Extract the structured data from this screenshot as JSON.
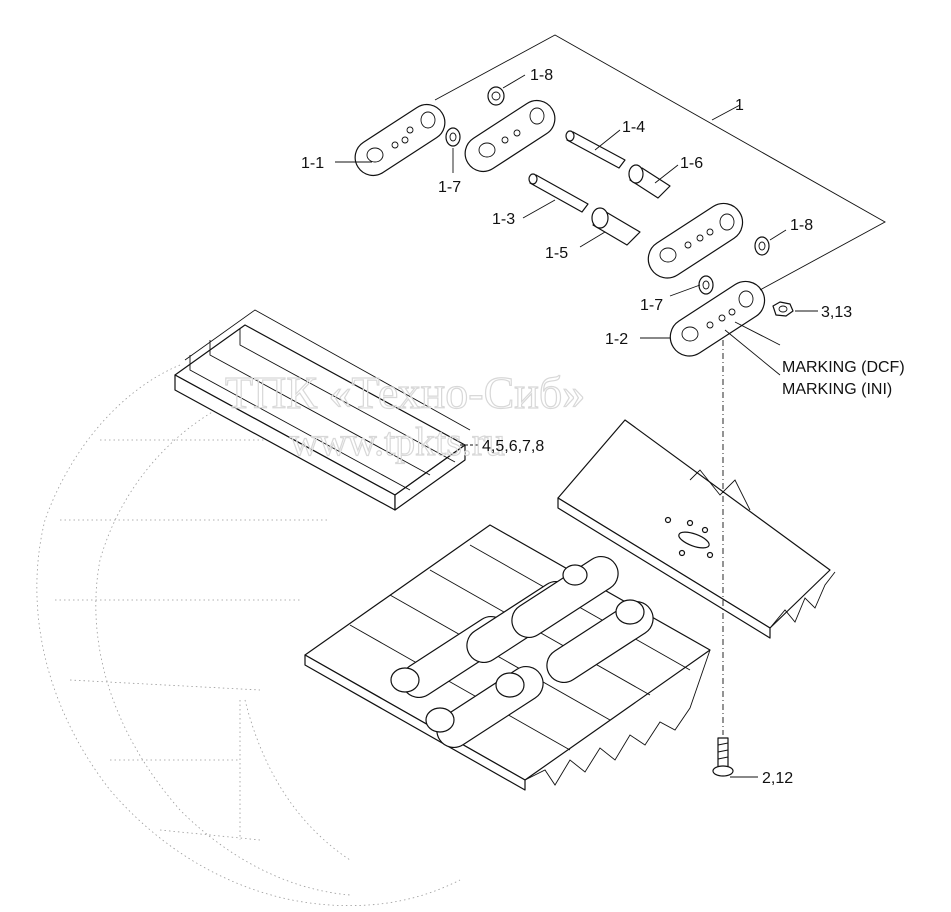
{
  "labels": {
    "l_1": "1",
    "l_1_1": "1-1",
    "l_1_2": "1-2",
    "l_1_3": "1-3",
    "l_1_4": "1-4",
    "l_1_5": "1-5",
    "l_1_6": "1-6",
    "l_1_7a": "1-7",
    "l_1_7b": "1-7",
    "l_1_8a": "1-8",
    "l_1_8b": "1-8",
    "l_3_13": "3,13",
    "l_marking_dcf": "MARKING (DCF)",
    "l_marking_ini": "MARKING (INI)",
    "l_4_8": "4,5,6,7,8",
    "l_2_12": "2,12"
  },
  "watermark": {
    "line1": "ТПК «Техно-Сиб»",
    "line2": "www.tpkts.ru"
  }
}
